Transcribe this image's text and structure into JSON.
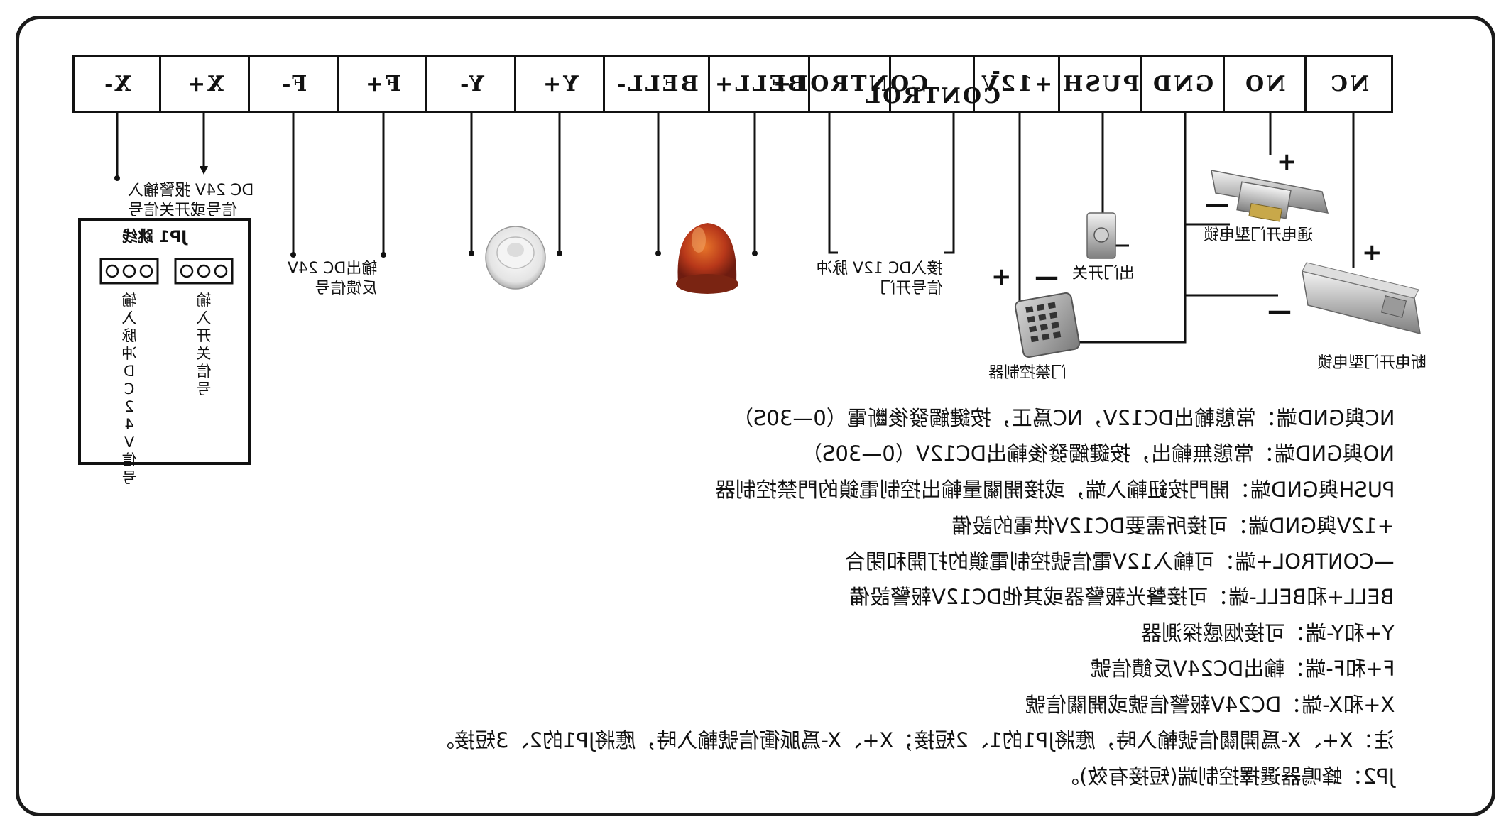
{
  "terminals": [
    "X-",
    "X+",
    "F-",
    "F+",
    "Y-",
    "Y+",
    "BELL-",
    "BELL+",
    "CONTROL+",
    "-CONTROL",
    "+12V",
    "PUSH",
    "GND",
    "NO",
    "NC"
  ],
  "labels": {
    "alarm_input": "DC 24V 报警输入\n信号或开关信号",
    "jp1_title": "JP1 跳线",
    "jp1_left": "输入脉冲DC 24V信号",
    "jp1_right": "输入开关信号",
    "feedback_out": "输出DC 24V\n反馈信号",
    "control_in": "接入DC 12V 脉冲\n信号开门",
    "exit_switch": "出门开关",
    "access_controller": "门禁控制器",
    "power_on_lock": "通电开门型电锁",
    "power_off_lock": "断电开门型电锁",
    "plus": "+",
    "minus": "—"
  },
  "descriptions": [
    "NC與GND端：常態輸出DC12V，NC爲正，按鍵觸發後斷電（0—30S）",
    "NO與GND端：常態無輸出，按鍵觸發後輸出DC12V（0—30S）",
    "PUSH與GND端：開門按鈕輸入端，或接開關量輸出控制電鎖的門禁控制器",
    "+12V與GND端：可接所需要DC12V供電的設備",
    "—CONTROL+端：可輸入12V電信號控制電鎖的打開和閉合",
    "BELL+和BELL-端：可接聲光報警器或其他DC12V報警設備",
    "Y+和Y-端：可接烟感探測器",
    "F+和F-端：輸出DC24V反饋信號",
    "X+和X-端：DC24V報警信號或開關信號",
    "注：X+、X-爲開關信號輸入時，應將JP1的1、2短接；X+、X-爲脈衝信號輸入時，應將JP1的2、3短接。",
    "JP2：蜂鳴器選擇控制端(短接有效)。"
  ]
}
